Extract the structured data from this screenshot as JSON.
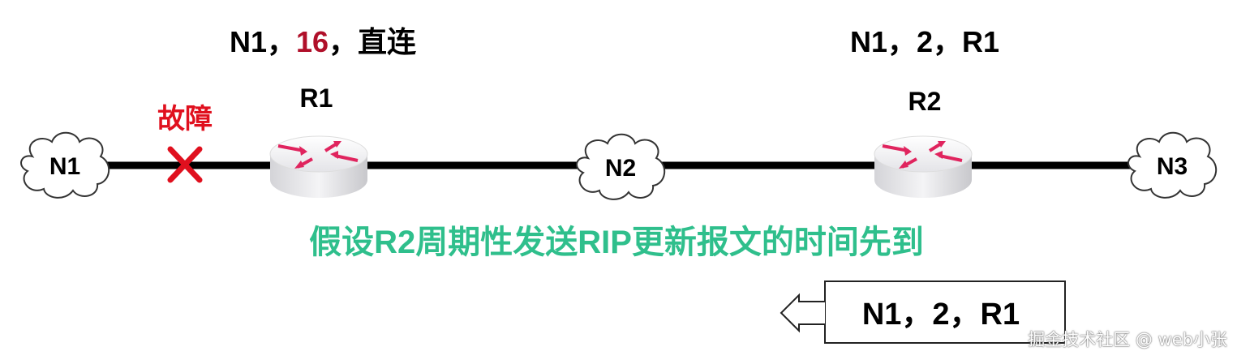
{
  "r1_table": {
    "prefix": "N1，",
    "metric": "16",
    "suffix": "，直连",
    "metric_color": "#b0102a"
  },
  "r2_table": {
    "text": "N1，2，R1"
  },
  "routers": [
    {
      "label": "R1"
    },
    {
      "label": "R2"
    }
  ],
  "networks": [
    {
      "label": "N1"
    },
    {
      "label": "N2"
    },
    {
      "label": "N3"
    }
  ],
  "fault": {
    "label": "故障",
    "color": "#e0101e",
    "icon": "x-mark-icon"
  },
  "caption": {
    "text": "假设R2周期性发送RIP更新报文的时间先到",
    "color": "#2fbf8c"
  },
  "message": {
    "text": "N1，2，R1",
    "direction": "left"
  },
  "watermark": "掘金技术社区 @ web小张"
}
